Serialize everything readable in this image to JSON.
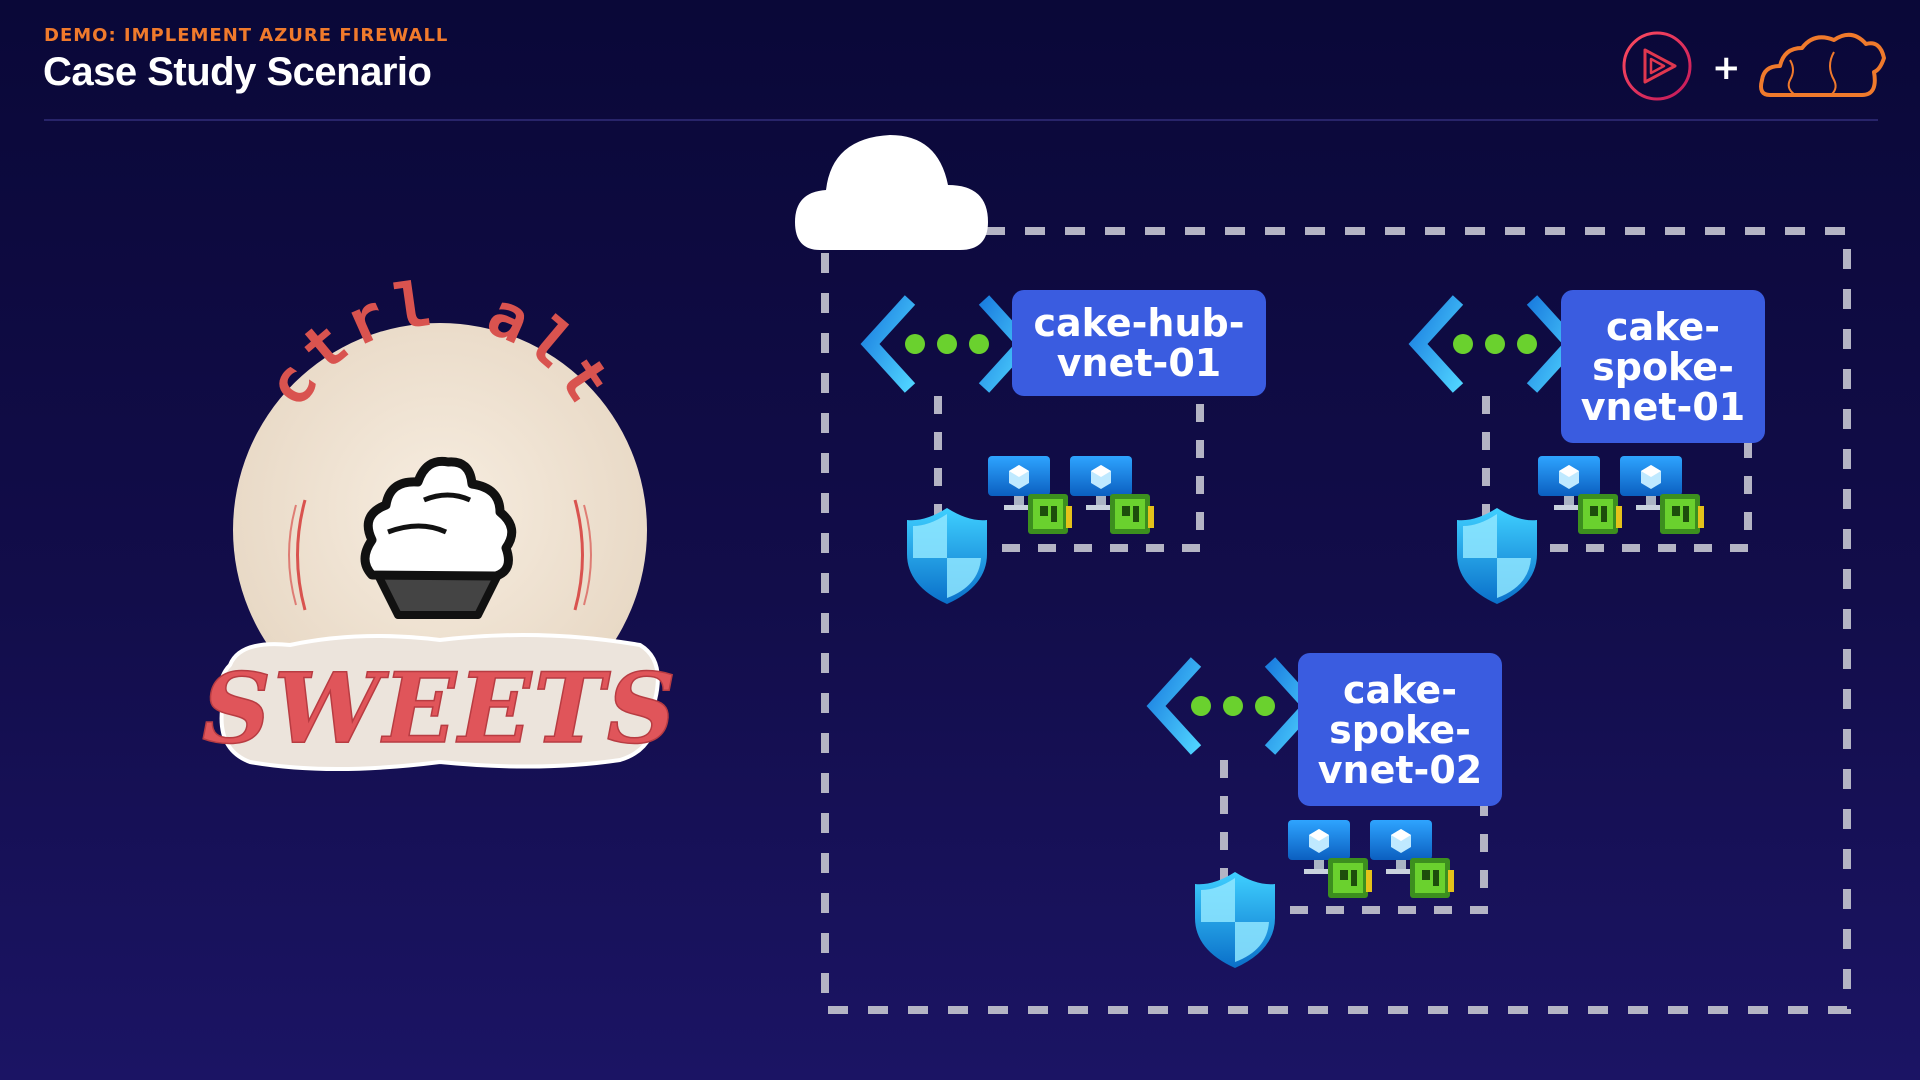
{
  "header": {
    "eyebrow": "DEMO: IMPLEMENT AZURE FIREWALL",
    "title": "Case Study Scenario",
    "plus": "+"
  },
  "logo": {
    "top_text": "ctrl alt",
    "bottom_text": "SWEETS",
    "colors": {
      "accent": "#d9534f",
      "cream": "#f2e6d8"
    }
  },
  "diagram": {
    "vnets": [
      {
        "label": "cake-hub-vnet-01",
        "label_lines": [
          "cake-hub-",
          "vnet-01"
        ]
      },
      {
        "label": "cake-spoke-vnet-01",
        "label_lines": [
          "cake-",
          "spoke-",
          "vnet-01"
        ]
      },
      {
        "label": "cake-spoke-vnet-02",
        "label_lines": [
          "cake-",
          "spoke-",
          "vnet-02"
        ]
      }
    ],
    "icons": {
      "cloud": "cloud-icon",
      "vnet": "vnet-icon",
      "vm": "virtual-machine-icon",
      "nic": "network-interface-icon",
      "firewall": "firewall-shield-icon"
    },
    "colors": {
      "label_bg": "#3a5ce0",
      "dash": "#b4b4c4",
      "brand_orange": "#f07a2c",
      "brand_red": "#e0374f"
    }
  }
}
